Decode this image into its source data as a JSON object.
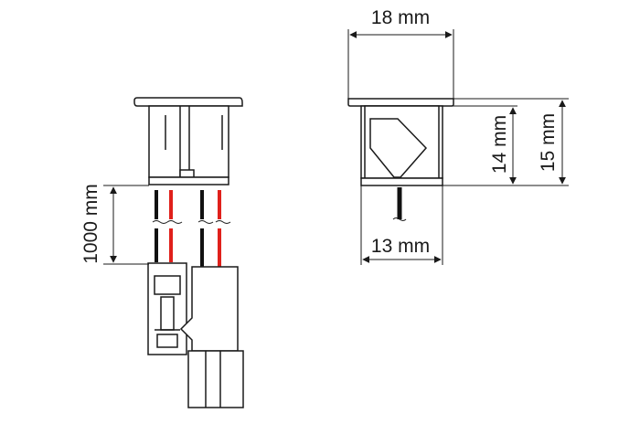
{
  "dimensions": {
    "width_top": "18 mm",
    "height_inner": "14 mm",
    "height_total": "15 mm",
    "width_bottom": "13 mm",
    "cable_length": "1000 mm"
  },
  "colors": {
    "line": "#1a1a1a",
    "wire_red": "#e0201b",
    "wire_black": "#111111",
    "body_fill": "#ffffff"
  }
}
